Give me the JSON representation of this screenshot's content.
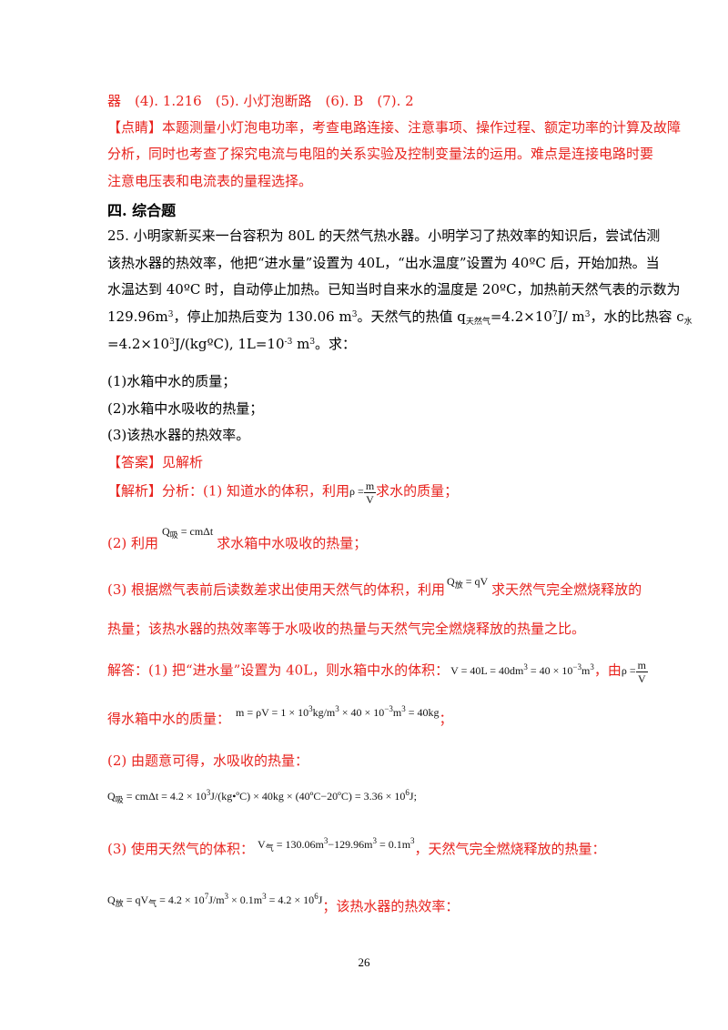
{
  "lines": {
    "l1": "器　(4). 1.216　(5). 小灯泡断路　(6). B　(7). 2",
    "l2_tag": "【点睛】",
    "l2_text": "本题测量小灯泡电功率，考查电路连接、注意事项、操作过程、额定功率的计算及故障",
    "l3": "分析，同时也考查了探究电流与电阻的关系实验及控制变量法的运用。难点是连接电路时要",
    "l4": "注意电压表和电流表的量程选择。",
    "section": "四. 综合题",
    "q1": "25. 小明家新买来一台容积为 80L 的天然气热水器。小明学习了热效率的知识后，尝试估测",
    "q2": "该热水器的热效率，他把“进水量”设置为 40L，“出水温度”设置为 40ºC 后，开始加热。当",
    "q3": "水温达到 40ºC 时，自动停止加热。已知当时自来水的温度是 20ºC，加热前天然气表的示数为",
    "q4a": "129.96m",
    "q4b": "，停止加热后变为 130.06 m",
    "q4c": "。天然气的热值 q",
    "q4d": "天然气",
    "q4e": "=4.2×10",
    "q4f": "J/ m",
    "q4g": "，水的比热容 c",
    "q4h": "水",
    "q5a": "=4.2×10",
    "q5b": "J/(kgºC), 1L=10",
    "q5c": " m",
    "q5d": "。求：",
    "sup2": "3",
    "sup3": "3",
    "sup4": "7",
    "sup5": "3",
    "sup6": "3",
    "sup7": "-3",
    "sup8": "3",
    "r1": "(1)水箱中水的质量；",
    "r2": "(2)水箱中水吸收的热量；",
    "r3": "(3)该热水器的热效率。",
    "answer_tag": "【答案】",
    "answer_text": "见解析",
    "jx_tag": "【解析】",
    "jx_a": "分析：(1) 知道水的体积，利用",
    "jx_b": "求水的质量；",
    "s2a": "(2) 利用",
    "s2b": "求水箱中水吸收的热量；",
    "s3a": "(3) 根据燃气表前后读数差求出使用天然气的体积，利用",
    "s3b": "求天然气完全燃烧释放的",
    "s3c": "热量；该热水器的热效率等于水吸收的热量与天然气完全燃烧释放的热量之比。",
    "jd_a": "解答：(1) 把“进水量”设置为 40L，则水箱中水的体积：",
    "jd_b": "，由",
    "mass_a": "得水箱中水的质量：",
    "mass_b": "；",
    "h2": "(2) 由题意可得，水吸收的热量：",
    "h3a": "(3) 使用天然气的体积：",
    "h3b": "，天然气完全燃烧释放的热量：",
    "h4b": "；该热水器的热效率："
  },
  "math": {
    "rho": "ρ =",
    "m": "m",
    "V": "V",
    "q_xi": "Q",
    "q_xi_sub": "吸",
    "q_xi_rhs": " = cmΔt",
    "q_fang": "Q",
    "q_fang_sub": "放",
    "q_fang_rhs": " = qV",
    "vol_a": "V = 40L = 40dm",
    "vol_sup1": "3",
    "vol_b": " = 40 × 10",
    "vol_sup2": "−3",
    "vol_c": "m",
    "vol_sup3": "3",
    "mass_eq_a": "m = ρV = 1 × 10",
    "mass_sup1": "3",
    "mass_eq_b": "kg/m",
    "mass_sup2": "3",
    "mass_eq_c": " × 40 × 10",
    "mass_sup3": "−3",
    "mass_eq_d": "m",
    "mass_sup4": "3",
    "mass_eq_e": " = 40kg",
    "heat_a": "Q",
    "heat_sub": "吸",
    "heat_b": " = cmΔt = 4.2 × 10",
    "heat_sup1": "3",
    "heat_c": "J/(kg•ºC) × 40kg × (40ºC−20ºC) = 3.36 × 10",
    "heat_sup2": "6",
    "heat_d": "J;",
    "gas_a": "V",
    "gas_sub": "气",
    "gas_b": " = 130.06m",
    "gas_sup1": "3",
    "gas_c": "−129.96m",
    "gas_sup2": "3",
    "gas_d": " = 0.1m",
    "gas_sup3": "3",
    "qf_a": "Q",
    "qf_sub": "放",
    "qf_b": " = qV",
    "qf_sub2": "气",
    "qf_c": " = 4.2 × 10",
    "qf_sup1": "7",
    "qf_d": "J/m",
    "qf_sup2": "3",
    "qf_e": " × 0.1m",
    "qf_sup3": "3",
    "qf_f": " = 4.2 × 10",
    "qf_sup4": "6",
    "qf_g": "J"
  },
  "page_number": "26"
}
